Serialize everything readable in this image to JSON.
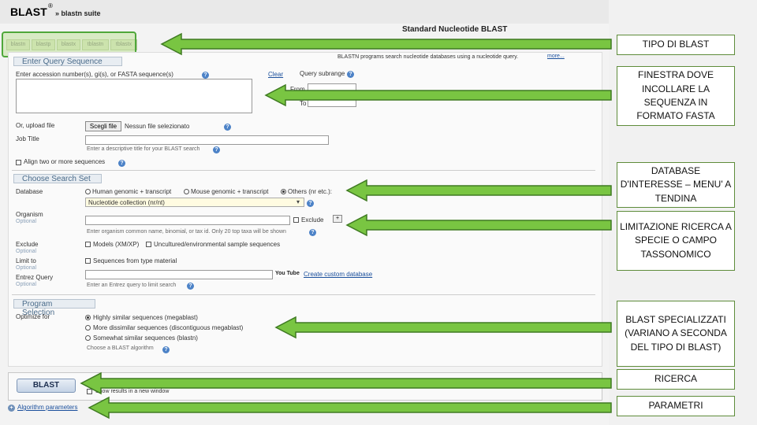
{
  "header": {
    "logo": "BLAST",
    "reg": "®",
    "suite": "» blastn suite",
    "page_title": "Standard Nucleotide BLAST"
  },
  "tabs": [
    "blastn",
    "blastp",
    "blastx",
    "tblastn",
    "tblastx"
  ],
  "intro": {
    "text": "BLASTN programs search nucleotide databases using a nucleotide query.",
    "more": "more..."
  },
  "query": {
    "title": "Enter Query Sequence",
    "accession_label": "Enter accession number(s), gi(s), or FASTA sequence(s)",
    "clear": "Clear",
    "subrange": "Query subrange",
    "from": "From",
    "to": "To",
    "upload_label": "Or, upload file",
    "upload_button": "Scegli file",
    "no_file": "Nessun file selezionato",
    "job_title": "Job Title",
    "job_hint": "Enter a descriptive title for your BLAST search",
    "align_two": "Align two or more sequences"
  },
  "search_set": {
    "title": "Choose Search Set",
    "database": "Database",
    "db_human": "Human genomic + transcript",
    "db_mouse": "Mouse genomic + transcript",
    "db_others": "Others (nr etc.):",
    "db_selected": "Nucleotide collection (nr/nt)",
    "organism": "Organism",
    "optional": "Optional",
    "exclude_cb": "Exclude",
    "organism_hint": "Enter organism common name, binomial, or tax id. Only 20 top taxa will be shown",
    "exclude": "Exclude",
    "models": "Models (XM/XP)",
    "uncultured": "Uncultured/environmental sample sequences",
    "limit_to": "Limit to",
    "type_material": "Sequences from type material",
    "entrez": "Entrez Query",
    "create_db": "Create custom database",
    "entrez_hint": "Enter an Entrez query to limit search",
    "youtube": "You Tube"
  },
  "program": {
    "title": "Program Selection",
    "optimize": "Optimize for",
    "opt1": "Highly similar sequences (megablast)",
    "opt2": "More dissimilar sequences (discontiguous megablast)",
    "opt3": "Somewhat similar sequences (blastn)",
    "hint": "Choose a BLAST algorithm"
  },
  "submit": {
    "button": "BLAST",
    "new_window": "Show results in a new window",
    "algo": "Algorithm parameters"
  },
  "callouts": [
    "TIPO DI BLAST",
    "FINESTRA DOVE INCOLLARE LA SEQUENZA IN FORMATO FASTA",
    "DATABASE D'INTERESSE – MENU' A TENDINA",
    "LIMITAZIONE RICERCA A SPECIE O CAMPO TASSONOMICO",
    "BLAST SPECIALIZZATI (VARIANO A SECONDA DEL TIPO DI BLAST)",
    "RICERCA",
    "PARAMETRI"
  ],
  "colors": {
    "arrow": "#79c542",
    "arrow_border": "#3f7a22",
    "highlight": "#4fa73a"
  }
}
